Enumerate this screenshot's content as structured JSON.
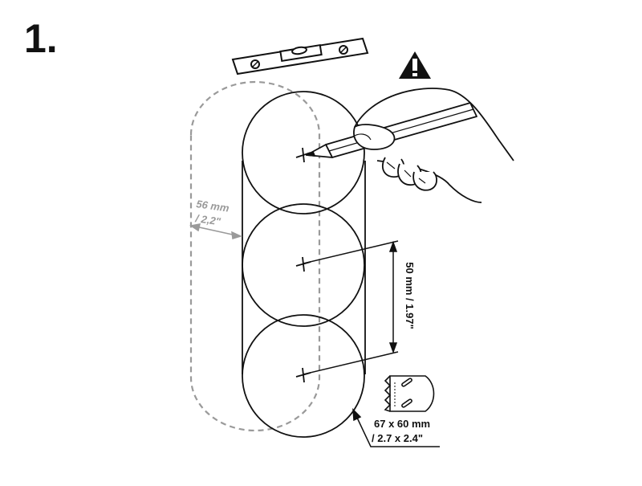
{
  "step": {
    "number": "1."
  },
  "dimensions": {
    "offset_width": "56 mm",
    "offset_width_imperial": "/ 2,2\"",
    "hole_spacing": "50 mm / 1.97\"",
    "hole_saw_size": "67 x 60 mm",
    "hole_saw_size_imperial": "/ 2.7 x 2.4\""
  },
  "colors": {
    "ink": "#111111",
    "ghost": "#9a9a9a",
    "warning": "#111111"
  },
  "icons": {
    "warning": "warning-triangle-icon",
    "level": "spirit-level-icon",
    "pencil": "pencil-in-hand-icon",
    "hole_saw": "hole-saw-icon"
  }
}
